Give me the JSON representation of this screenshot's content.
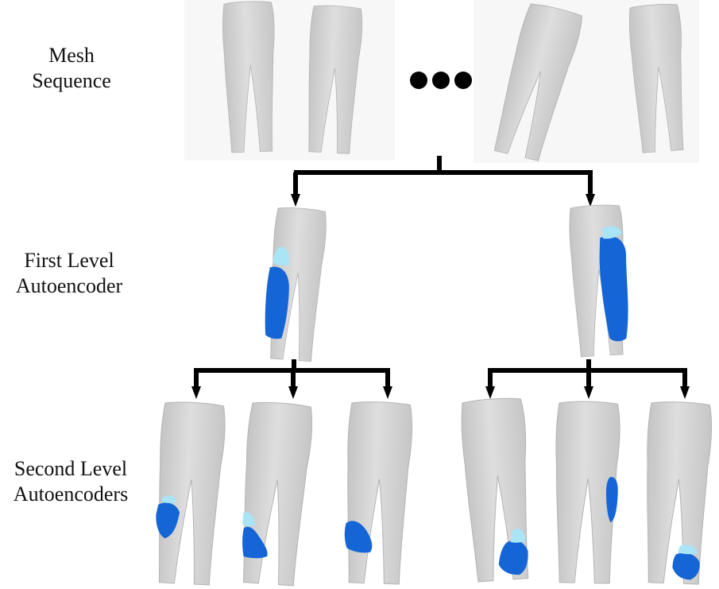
{
  "labels": {
    "mesh_line1": "Mesh",
    "mesh_line2": "Sequence",
    "first_line1": "First Level",
    "first_line2": "Autoencoder",
    "second_line1": "Second Level",
    "second_line2": "Autoencoders"
  },
  "colors": {
    "mesh": "#d3d3d3",
    "mesh_edge": "#b9b9b9",
    "highlight_dark": "#1466d6",
    "highlight_light": "#a9e4f7",
    "arrow": "#000000"
  },
  "icons": {
    "ellipsis": "ellipsis-dots-icon"
  }
}
